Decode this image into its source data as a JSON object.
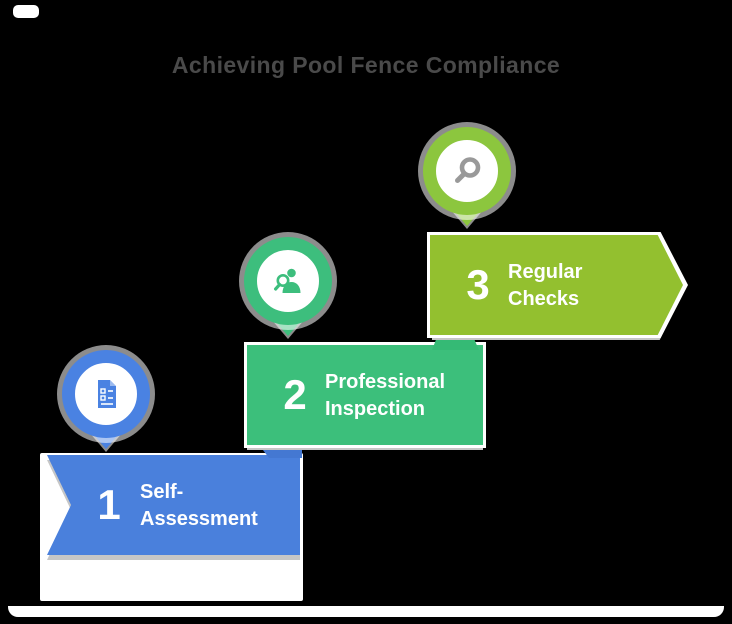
{
  "title": "Achieving Pool Fence Compliance",
  "title_color": "#4a4a4a",
  "background_color": "#000000",
  "canvas_color": "#ffffff",
  "shadow_color": "#c6c6c6",
  "steps": [
    {
      "number": "1",
      "label_line1": "Self-",
      "label_line2": "Assessment",
      "banner_color": "#4a80dc",
      "pin_color": "#4a82e2",
      "icon": "checklist-document-icon",
      "icon_color": "#4a82e2",
      "text_color": "#ffffff"
    },
    {
      "number": "2",
      "label_line1": "Professional",
      "label_line2": "Inspection",
      "banner_color": "#3cbf7b",
      "pin_color": "#3dbe7d",
      "icon": "inspector-person-icon",
      "icon_color": "#3dbe7d",
      "text_color": "#ffffff"
    },
    {
      "number": "3",
      "label_line1": "Regular",
      "label_line2": "Checks",
      "banner_color": "#93c02f",
      "pin_color": "#8cc63e",
      "icon": "magnifier-icon",
      "icon_color": "#999999",
      "text_color": "#ffffff"
    }
  ],
  "folds": [
    {
      "after_step": "1",
      "color": "#4478d2"
    },
    {
      "after_step": "2",
      "color": "#35ba75"
    }
  ]
}
